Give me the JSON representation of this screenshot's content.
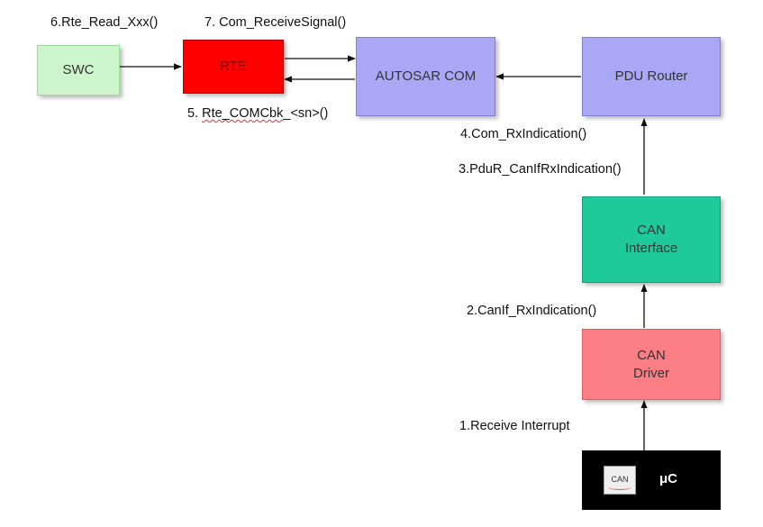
{
  "boxes": {
    "swc": {
      "label": "SWC",
      "color": "#ccf5cc"
    },
    "rte": {
      "label": "RTE",
      "color": "#ff0000"
    },
    "com": {
      "label": "AUTOSAR COM",
      "color": "#a8a8f5"
    },
    "pdur": {
      "label": "PDU Router",
      "color": "#a8a8f5"
    },
    "canif": {
      "label": "CAN\nInterface",
      "color": "#1ec99b"
    },
    "candrv": {
      "label": "CAN\nDriver",
      "color": "#fb7f85"
    }
  },
  "hardware": {
    "chip_label": "CAN",
    "uc_label": "μC"
  },
  "labels": {
    "step1": "1.Receive Interrupt",
    "step2": "2.CanIf_RxIndication()",
    "step3": "3.PduR_CanIfRxIndication()",
    "step4": "4.Com_RxIndication()",
    "step5_prefix": "5. ",
    "step5_word": "Rte_COMCbk",
    "step5_suffix": "_<sn>()",
    "step6": "6.Rte_Read_Xxx()",
    "step7": "7. Com_ReceiveSignal()"
  }
}
